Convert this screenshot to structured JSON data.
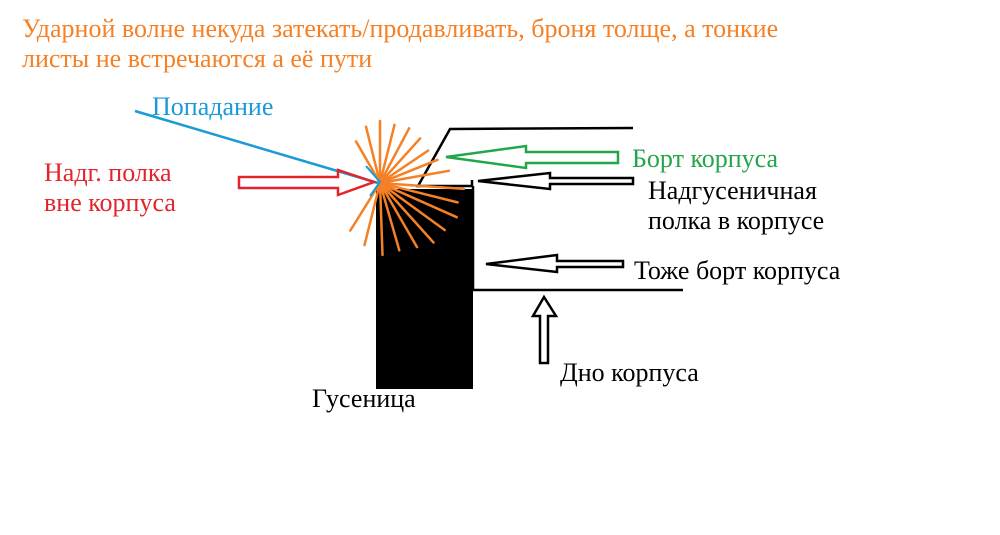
{
  "colors": {
    "headline": "#f58025",
    "hit": "#1a9ad6",
    "outer_shelf": "#e3242b",
    "side": "#22a64a",
    "default": "#000000",
    "fragments": "#f58025"
  },
  "headline": {
    "line1": "Ударной волне некуда затекать/продавливать, броня толще, а тонкие",
    "line2": "листы не встречаются а её пути"
  },
  "labels": {
    "hit": "Попадание",
    "outer_shelf_line1": "Надг. полка",
    "outer_shelf_line2": "вне корпуса",
    "side": "Борт корпуса",
    "inner_shelf_line1": "Надгусеничная",
    "inner_shelf_line2": "полка в корпусе",
    "side2": "Тоже борт корпуса",
    "bottom": "Дно корпуса",
    "track": "Гусеница"
  }
}
